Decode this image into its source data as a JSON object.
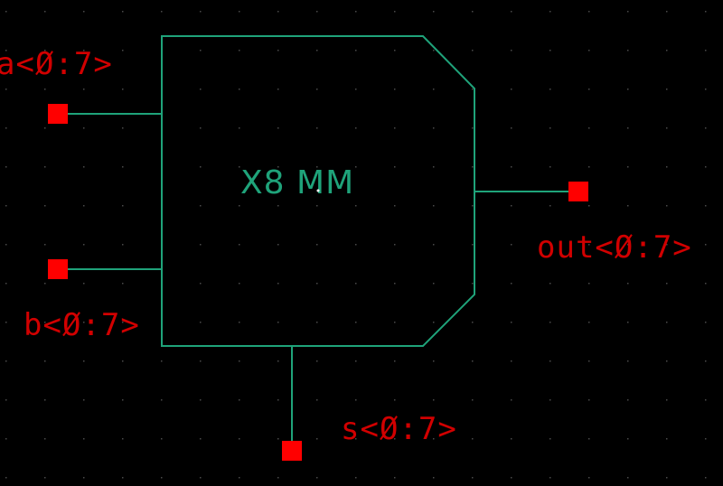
{
  "schematic": {
    "symbol_label": "X8 MM",
    "pins": {
      "a": {
        "label": "a<Ø:7>"
      },
      "b": {
        "label": "b<Ø:7>"
      },
      "out": {
        "label": "out<Ø:7>"
      },
      "s": {
        "label": "s<Ø:7>"
      }
    }
  },
  "colors": {
    "background": "#000000",
    "symbol_outline": "#1fa37a",
    "pin_marker": "#ff0000",
    "pin_label": "#d10000",
    "body_label": "#1fa37a",
    "grid_dot": "#4a4a4a"
  }
}
